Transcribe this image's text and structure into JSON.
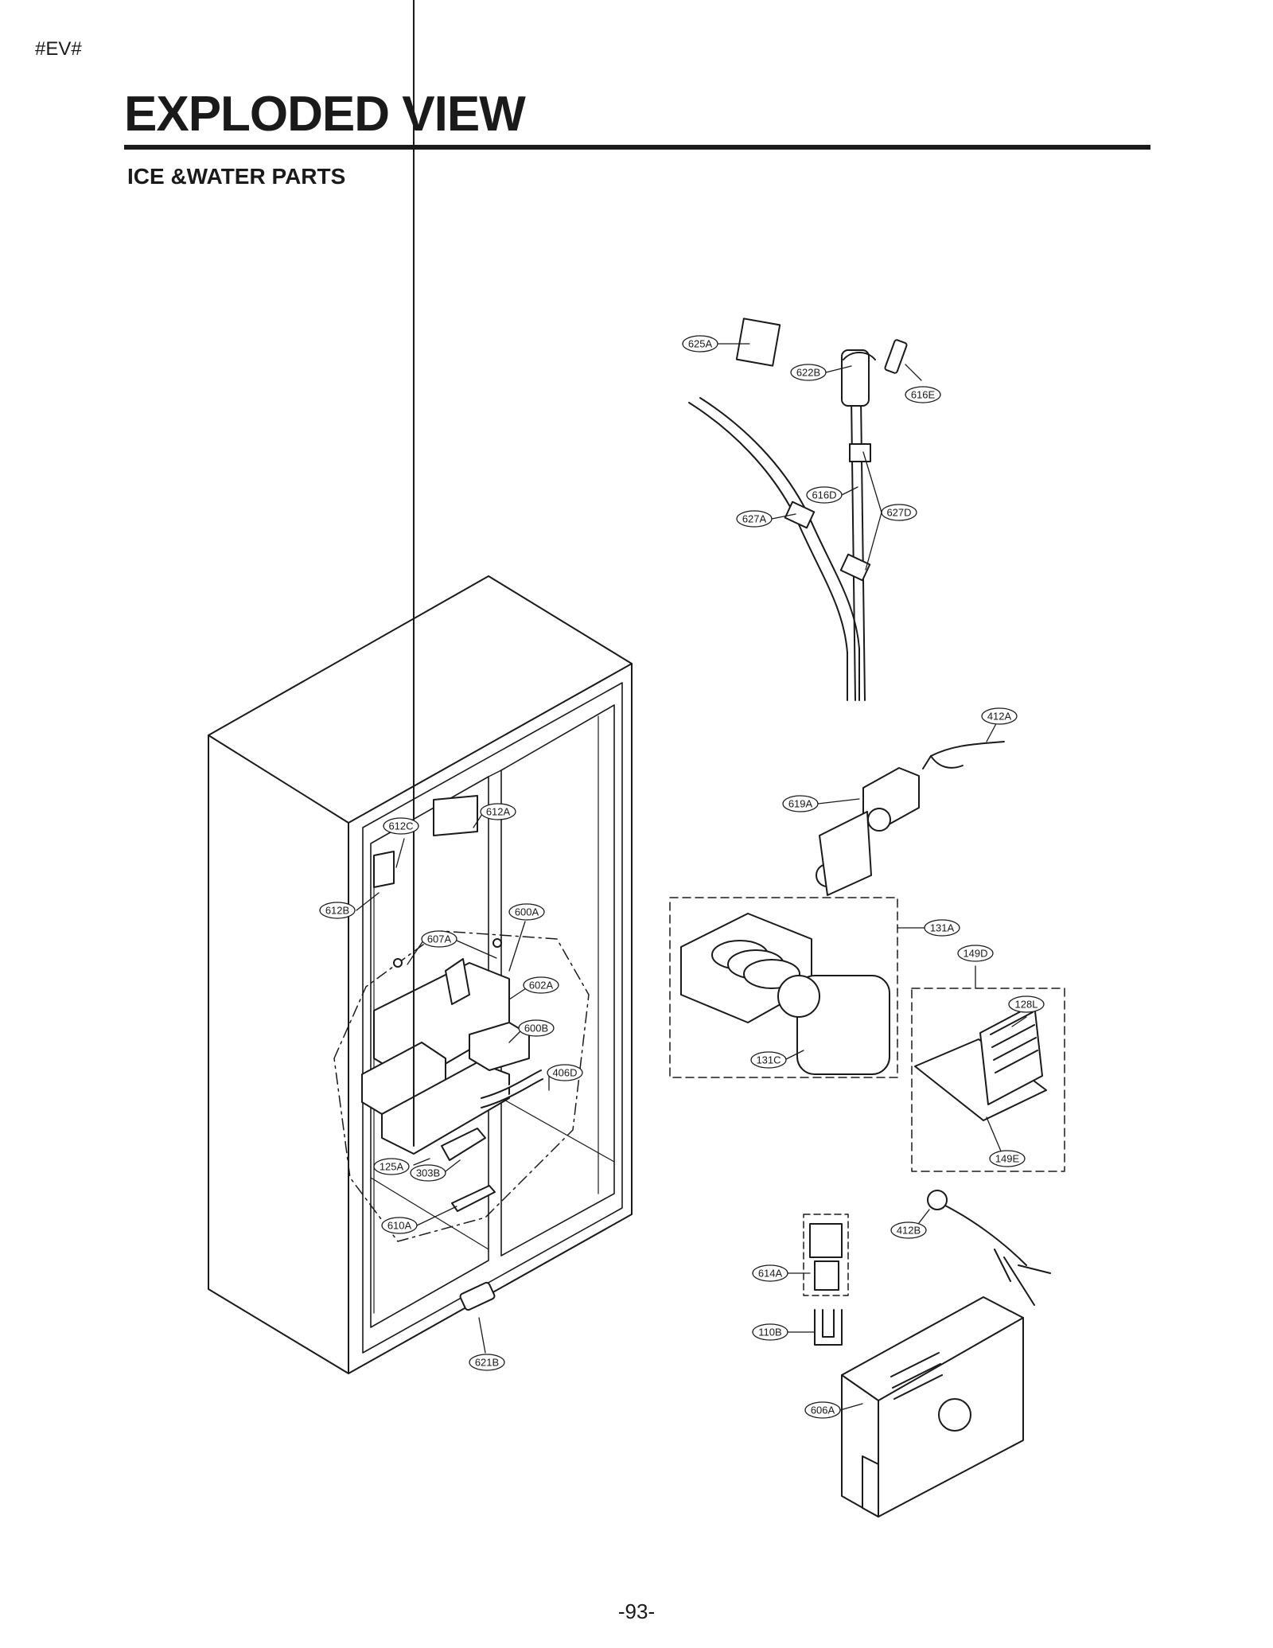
{
  "header": {
    "tag": "#EV#",
    "title": "EXPLODED VIEW",
    "subtitle": "ICE &WATER PARTS"
  },
  "footer": {
    "page_number": "-93-"
  },
  "callouts": [
    {
      "id": "625A"
    },
    {
      "id": "622B"
    },
    {
      "id": "616E"
    },
    {
      "id": "616D"
    },
    {
      "id": "627D"
    },
    {
      "id": "627A"
    },
    {
      "id": "412A"
    },
    {
      "id": "619A"
    },
    {
      "id": "131A"
    },
    {
      "id": "149D"
    },
    {
      "id": "128L"
    },
    {
      "id": "131C"
    },
    {
      "id": "149E"
    },
    {
      "id": "412B"
    },
    {
      "id": "614A"
    },
    {
      "id": "110B"
    },
    {
      "id": "606A"
    },
    {
      "id": "612A"
    },
    {
      "id": "612C"
    },
    {
      "id": "612B"
    },
    {
      "id": "600A"
    },
    {
      "id": "607A"
    },
    {
      "id": "602A"
    },
    {
      "id": "600B"
    },
    {
      "id": "406D"
    },
    {
      "id": "125A"
    },
    {
      "id": "303B"
    },
    {
      "id": "610A"
    },
    {
      "id": "621B"
    }
  ]
}
